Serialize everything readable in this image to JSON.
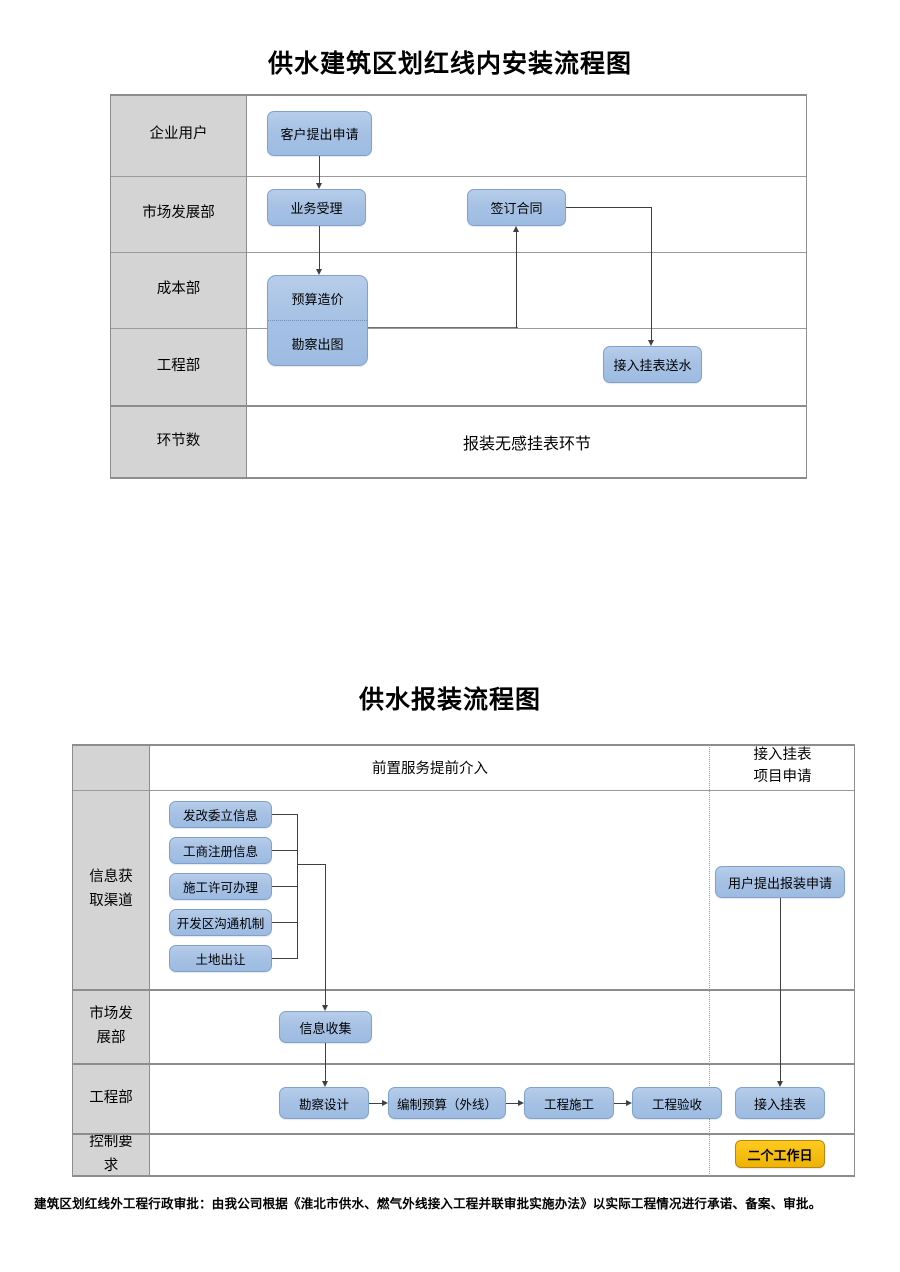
{
  "doc": {
    "footer_note": "建筑区划红线外工程行政审批：由我公司根据《淮北市供水、燃气外线接入工程并联审批实施办法》以实际工程情况进行承诺、备案、审批。"
  },
  "colors": {
    "box_fill": "#a6c1e4",
    "box_border": "#7ea2cc",
    "label_cell": "#d4d4d4",
    "badge_fill": "#f5bc12",
    "badge_border": "#b8860b",
    "grid_line": "#9a9a9a",
    "connector": "#3f3f3f"
  },
  "diagram1": {
    "title": "供水建筑区划红线内安装流程图",
    "rows": [
      {
        "label": "企业用户",
        "boxes": [
          "客户提出申请"
        ]
      },
      {
        "label": "市场发展部",
        "boxes": [
          "业务受理",
          "签订合同"
        ]
      },
      {
        "label": "成本部",
        "boxes": [
          "预算造价"
        ]
      },
      {
        "label": "工程部",
        "boxes": [
          "勘察出图",
          "接入挂表送水"
        ]
      },
      {
        "label": "环节数",
        "boxes": []
      }
    ],
    "boxes": {
      "apply": "客户提出申请",
      "accept": "业务受理",
      "contract": "签订合同",
      "budget": "预算造价",
      "survey": "勘察出图",
      "connect": "接入挂表送水"
    },
    "summary_label": "环节数",
    "summary_value": "报装无感挂表环节",
    "flow": [
      "客户提出申请 → 业务受理",
      "业务受理 → 预算造价",
      "勘察出图 → 签订合同",
      "签订合同 → 接入挂表送水"
    ]
  },
  "diagram2": {
    "title": "供水报装流程图",
    "header": {
      "left_blank": "",
      "center": "前置服务提前介入",
      "right_line1": "接入挂表",
      "right_line2": "项目申请"
    },
    "rows": [
      {
        "label_line1": "信息获",
        "label_line2": "取渠道",
        "channel_boxes": [
          "发改委立信息",
          "工商注册信息",
          "施工许可办理",
          "开发区沟通机制",
          "土地出让"
        ],
        "right_box": "用户提出报装申请"
      },
      {
        "label_line1": "市场发",
        "label_line2": "展部",
        "boxes": [
          "信息收集"
        ],
        "right_box": ""
      },
      {
        "label_line1": "工程部",
        "label_line2": "",
        "boxes": [
          "勘察设计",
          "编制预算（外线）",
          "工程施工",
          "工程验收"
        ],
        "right_box": "接入挂表"
      },
      {
        "label_line1": "控制要",
        "label_line2": "求",
        "boxes": [],
        "right_box": "二个工作日"
      }
    ],
    "flow": [
      "发改委立信息/工商注册信息/施工许可办理/开发区沟通机制/土地出让 → 信息收集",
      "信息收集 → 勘察设计",
      "勘察设计 → 编制预算（外线） → 工程施工 → 工程验收",
      "用户提出报装申请 → 接入挂表"
    ]
  }
}
